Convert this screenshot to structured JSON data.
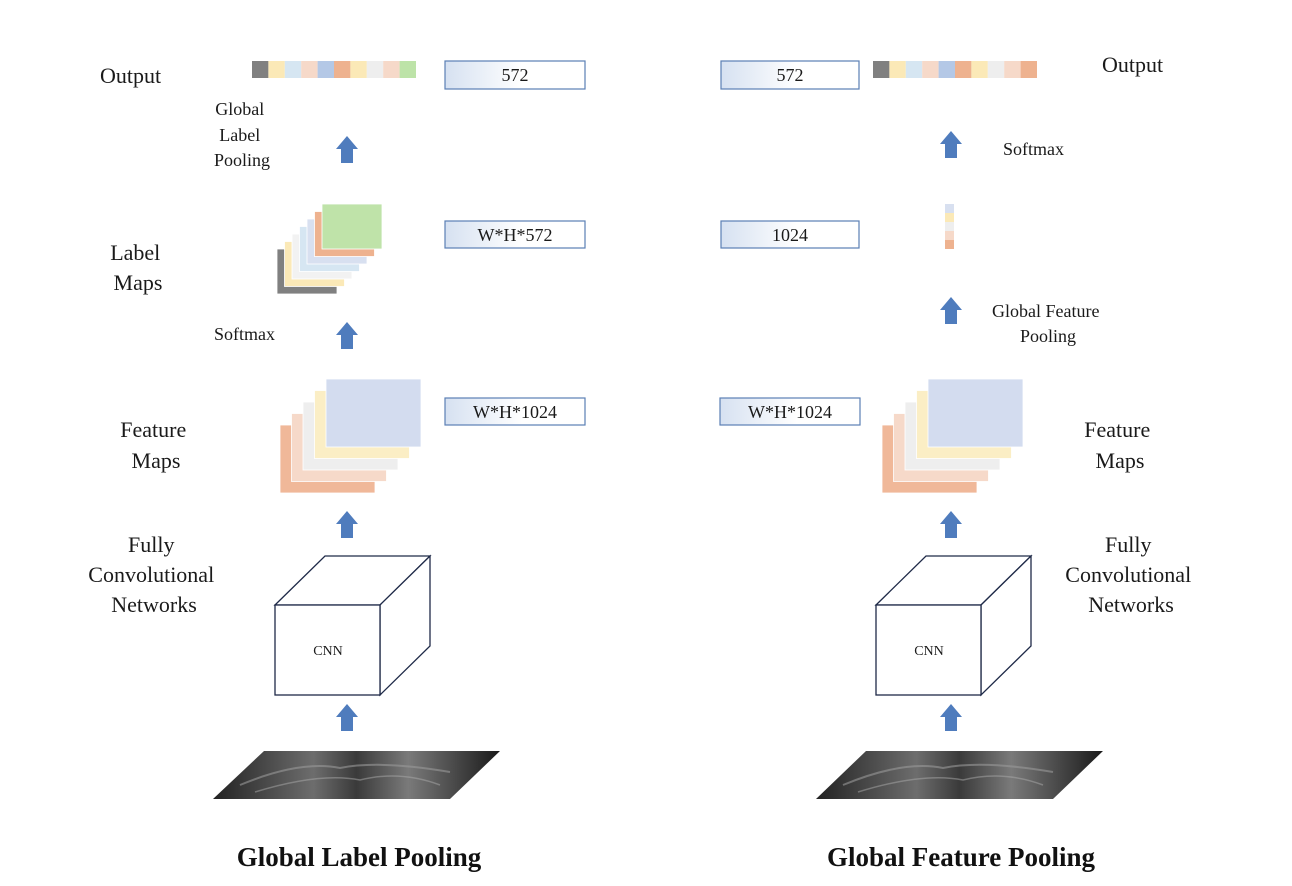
{
  "left_panel": {
    "title": "Global Label Pooling",
    "output_label": "Output",
    "global_label_pooling_label": [
      "Global",
      "Label",
      "Pooling"
    ],
    "label_maps_label": [
      "Label",
      "Maps"
    ],
    "softmax_label": "Softmax",
    "feature_maps_label": [
      "Feature",
      "Maps"
    ],
    "fcn_label": [
      "Fully",
      "Convolutional",
      "Networks"
    ],
    "cnn_label": "CNN",
    "output_dim": "572",
    "label_maps_dim": "W*H*572",
    "feature_maps_dim": "W*H*1024"
  },
  "right_panel": {
    "title": "Global Feature Pooling",
    "output_label": "Output",
    "softmax_label": "Softmax",
    "global_feature_pooling_label": [
      "Global Feature",
      "Pooling"
    ],
    "feature_maps_label": [
      "Feature",
      "Maps"
    ],
    "fcn_label": [
      "Fully",
      "Convolutional",
      "Networks"
    ],
    "cnn_label": "CNN",
    "output_dim": "572",
    "pooled_dim": "1024",
    "feature_maps_dim": "W*H*1024"
  },
  "colors": {
    "arrow": "#4f7cbd",
    "dim_box_border": "#5b7fb5",
    "output_cells": [
      "#808080",
      "#fbe9b7",
      "#d6e6f2",
      "#f6d9c9",
      "#b4c8e6",
      "#eeb28f",
      "#fbe9b7",
      "#eeeeee",
      "#f6d9c9",
      "#bde3a8"
    ],
    "right_output_cells": [
      "#808080",
      "#fbe9b7",
      "#d6e6f2",
      "#f6d9c9",
      "#b4c8e6",
      "#eeb28f",
      "#fbe9b7",
      "#eeeeee",
      "#f6d9c9",
      "#eeb28f"
    ],
    "label_map_layers": [
      "#808080",
      "#fbe9b7",
      "#f2f2f2",
      "#d6e6f2",
      "#d8e0f0",
      "#eeb28f",
      "#bfe3a9"
    ],
    "feature_map_layers": [
      "#f0b899",
      "#f6d9c9",
      "#eeeeee",
      "#fbeec5",
      "#d3dcef"
    ]
  }
}
